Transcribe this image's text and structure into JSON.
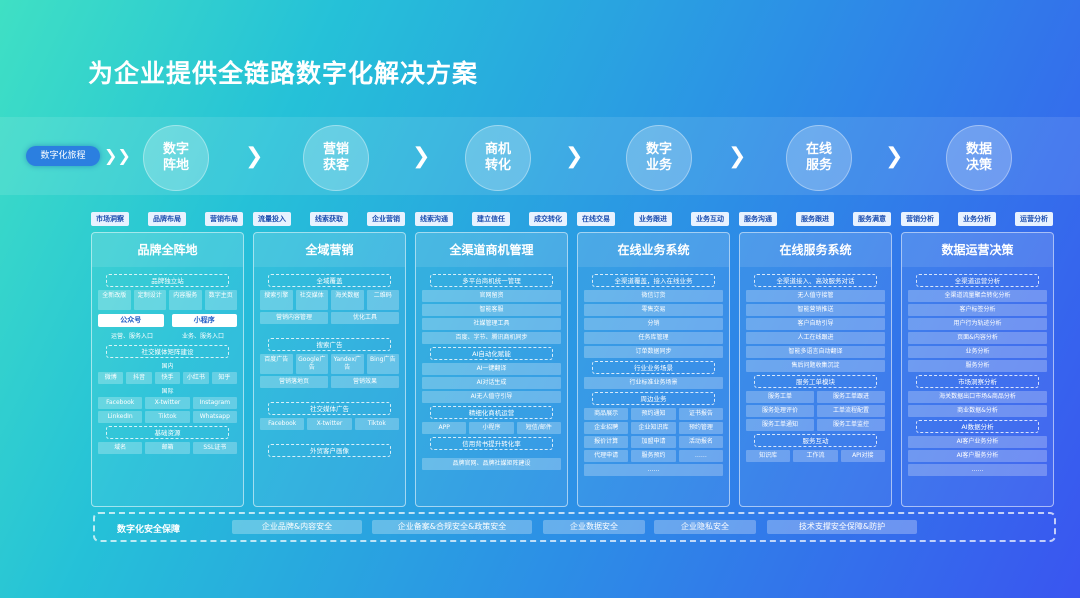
{
  "title": "为企业提供全链路数字化解决方案",
  "flow_label": "数字化旅程",
  "stages": [
    "数字阵地",
    "营销获客",
    "商机转化",
    "数字业务",
    "在线服务",
    "数据决策"
  ],
  "tags": [
    [
      "市场洞察",
      "品牌布局",
      "营销布局"
    ],
    [
      "流量投入",
      "线索获取",
      "企业营销"
    ],
    [
      "线索沟通",
      "建立信任",
      "成交转化"
    ],
    [
      "在线交易",
      "业务跟进",
      "业务互动"
    ],
    [
      "服务沟通",
      "服务跟进",
      "服务满意"
    ],
    [
      "营销分析",
      "业务分析",
      "运营分析"
    ]
  ],
  "col1": {
    "title": "品牌全阵地",
    "d1": "品牌独立站",
    "grid": [
      "全新改版",
      "定制设计",
      "内容服务",
      "数字主页"
    ],
    "w1": "公众号",
    "w2": "小程序",
    "s1": "运营、服务入口",
    "s2": "业务、服务入口",
    "d2": "社交媒体矩阵建设",
    "sub1": "国内",
    "dom": [
      "微博",
      "抖音",
      "快手",
      "小红书",
      "知乎"
    ],
    "sub2": "国际",
    "intl": [
      "Facebook",
      "X-twitter",
      "Instagram",
      "LinkedIn",
      "Tiktok",
      "Whatsapp"
    ],
    "d3": "基础资源",
    "res": [
      "域名",
      "邮箱",
      "SSL证书"
    ]
  },
  "col2": {
    "title": "全域营销",
    "d1": "全域覆盖",
    "g1": [
      "搜索引擎",
      "社交媒体",
      "海关数据",
      "二维码"
    ],
    "r1": [
      "营销内容管理",
      "优化工具"
    ],
    "d2": "搜索广告",
    "g2": [
      "百度广告",
      "Google广告",
      "Yandex广告",
      "Bing广告"
    ],
    "r2": [
      "营销落地页",
      "营销效果"
    ],
    "d3": "社交媒体广告",
    "g3": [
      "Facebook",
      "X-twitter",
      "Tiktok"
    ],
    "d4": "外贸客户画像"
  },
  "col3": {
    "title": "全渠道商机管理",
    "d1": "多平台商机统一管理",
    "l1": [
      "官网留资",
      "智能客服",
      "社媒管理工具",
      "百度、字节、腾讯商机同步"
    ],
    "d2": "AI自动化赋能",
    "l2": [
      "AI一键翻译",
      "AI对话生成",
      "AI无人值守引导"
    ],
    "d3": "精细化商机运营",
    "g1": [
      "APP",
      "小程序",
      "短信/邮件"
    ],
    "d4": "信用背书提升转化率",
    "last": "品牌官网、品牌社媒矩阵建设"
  },
  "col4": {
    "title": "在线业务系统",
    "d1": "全渠道覆盖，接入在线业务",
    "l1": [
      "微信订货",
      "零售交易",
      "分销",
      "任务库管理",
      "订单数据同步"
    ],
    "d2": "行业业务场景",
    "l2": [
      "行业标准业务场景"
    ],
    "d3": "周边业务",
    "grid": [
      "商品展示",
      "预约通知",
      "证书报告",
      "企业招聘",
      "企业知识库",
      "预约管理",
      "报价计算",
      "加盟申请",
      "活动报名",
      "代理申请",
      "服务预约",
      "……"
    ],
    "more": "……"
  },
  "col5": {
    "title": "在线服务系统",
    "d1": "全渠道接入、高效服务对话",
    "l1": [
      "无人值守接管",
      "智能营销推送",
      "客户自助引导",
      "人工在线跟进",
      "智能多语言自动翻译",
      "售后问题收集沉淀"
    ],
    "d2": "服务工单模块",
    "g1": [
      "服务工单",
      "服务工单跟进",
      "服务处理评价",
      "工单流程配置",
      "服务工单通知",
      "服务工单监控"
    ],
    "d3": "服务互动",
    "g2": [
      "知识库",
      "工作流",
      "API对接"
    ]
  },
  "col6": {
    "title": "数据运营决策",
    "d1": "全渠道运营分析",
    "l1": [
      "全渠道流量聚合转化分析",
      "客户标签分析",
      "用户行为轨迹分析",
      "页面&内容分析",
      "业务分析",
      "服务分析"
    ],
    "d2": "市场洞察分析",
    "l2": [
      "海关数据出口市场&商品分析",
      "商业数据&分析"
    ],
    "d3": "AI数据分析",
    "l3": [
      "AI客户业务分析",
      "AI客户服务分析"
    ],
    "more": "……"
  },
  "security": {
    "label": "数字化安全保障",
    "items": [
      "企业品牌&内容安全",
      "企业备案&合规安全&政策安全",
      "企业数据安全",
      "企业隐私安全",
      "技术支撑安全保障&防护"
    ]
  }
}
